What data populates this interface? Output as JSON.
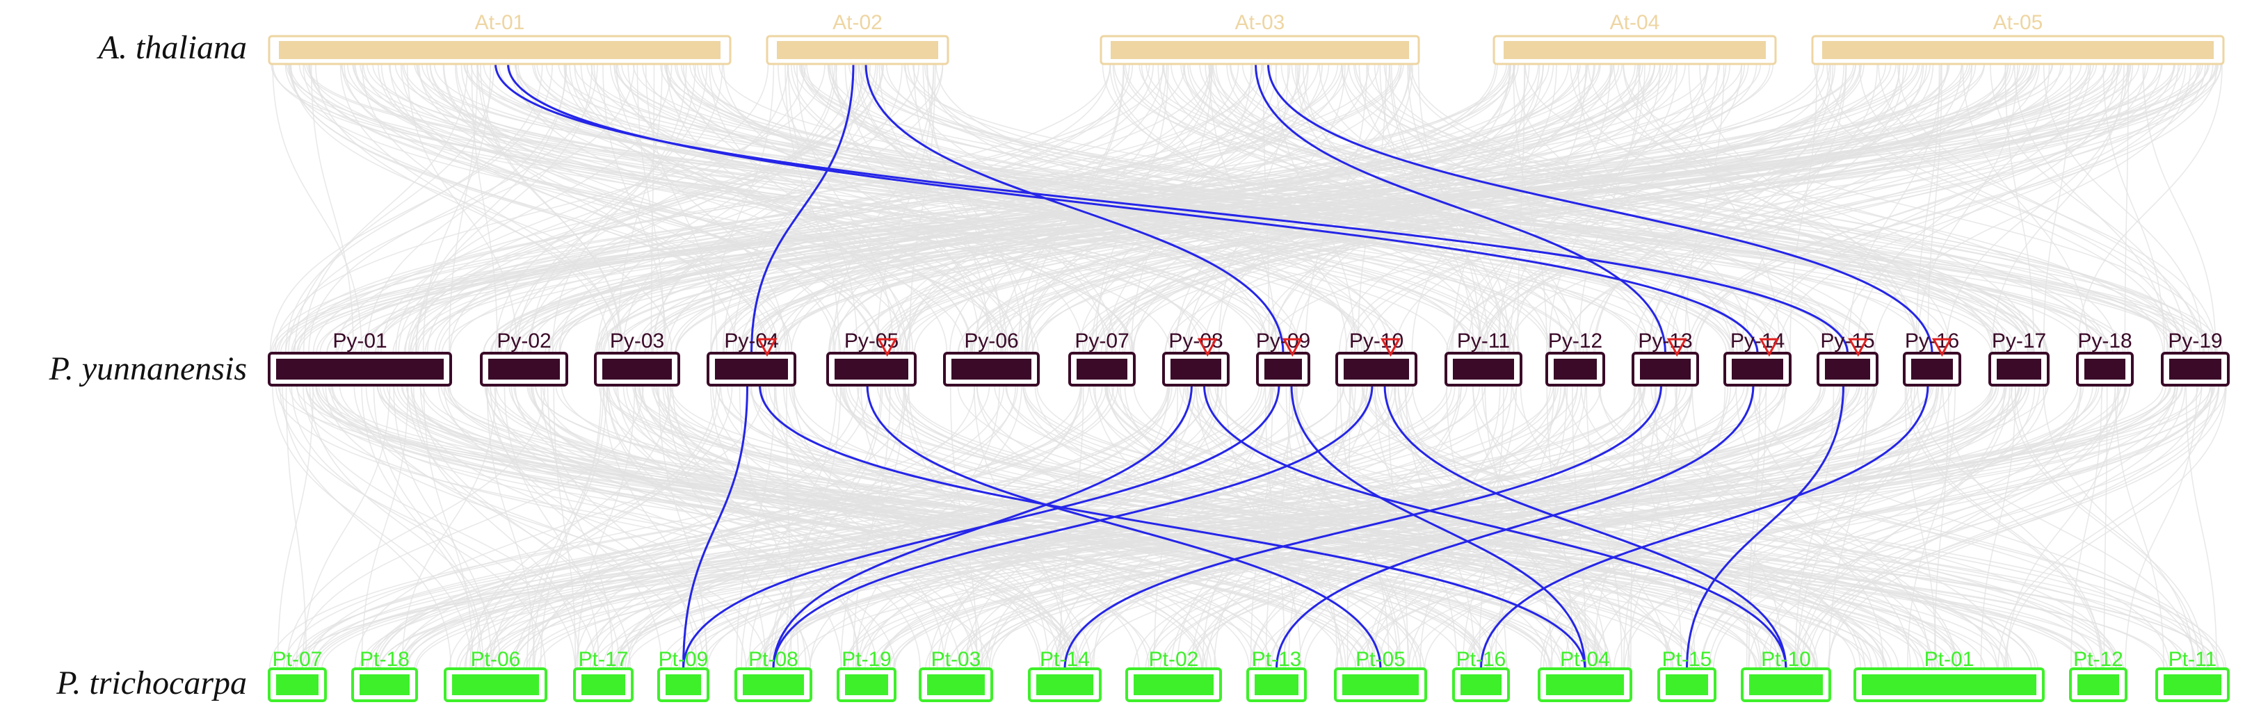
{
  "species": {
    "top": "A. thaliana",
    "middle": "P. yunnanensis",
    "bottom": "P. trichocarpa"
  },
  "colors": {
    "top": "#eed5a2",
    "middle": "#3a0a28",
    "bottom": "#3ef02a",
    "link": "#2525e8",
    "background_links": "#e2e2e2",
    "marker": "#e02020"
  },
  "tracks": {
    "top": [
      "At-01",
      "At-02",
      "At-03",
      "At-04",
      "At-05"
    ],
    "middle": [
      "Py-01",
      "Py-02",
      "Py-03",
      "Py-04",
      "Py-05",
      "Py-06",
      "Py-07",
      "Py-08",
      "Py-09",
      "Py-10",
      "Py-11",
      "Py-12",
      "Py-13",
      "Py-14",
      "Py-15",
      "Py-16",
      "Py-17",
      "Py-18",
      "Py-19"
    ],
    "bottom": [
      "Pt-07",
      "Pt-18",
      "Pt-06",
      "Pt-17",
      "Pt-09",
      "Pt-08",
      "Pt-19",
      "Pt-03",
      "Pt-14",
      "Pt-02",
      "Pt-13",
      "Pt-05",
      "Pt-16",
      "Pt-04",
      "Pt-15",
      "Pt-10",
      "Pt-01",
      "Pt-12",
      "Pt-11"
    ]
  },
  "markers": [
    "Py-04",
    "Py-05",
    "Py-08",
    "Py-09",
    "Py-10",
    "Py-13",
    "Py-14",
    "Py-15",
    "Py-16"
  ],
  "highlighted_links": [
    {
      "from": "At-01",
      "to": "Py-15"
    },
    {
      "from": "At-01",
      "to": "Py-14"
    },
    {
      "from": "At-02",
      "to": "Py-04"
    },
    {
      "from": "At-02",
      "to": "Py-09"
    },
    {
      "from": "At-03",
      "to": "Py-13"
    },
    {
      "from": "At-03",
      "to": "Py-16"
    },
    {
      "from": "Py-04",
      "to": "Pt-09"
    },
    {
      "from": "Py-04",
      "to": "Pt-04"
    },
    {
      "from": "Py-05",
      "to": "Pt-05"
    },
    {
      "from": "Py-08",
      "to": "Pt-08"
    },
    {
      "from": "Py-08",
      "to": "Pt-10"
    },
    {
      "from": "Py-09",
      "to": "Pt-09"
    },
    {
      "from": "Py-09",
      "to": "Pt-04"
    },
    {
      "from": "Py-10",
      "to": "Pt-08"
    },
    {
      "from": "Py-10",
      "to": "Pt-10"
    },
    {
      "from": "Py-13",
      "to": "Pt-14"
    },
    {
      "from": "Py-14",
      "to": "Pt-13"
    },
    {
      "from": "Py-15",
      "to": "Pt-15"
    },
    {
      "from": "Py-16",
      "to": "Pt-16"
    }
  ]
}
